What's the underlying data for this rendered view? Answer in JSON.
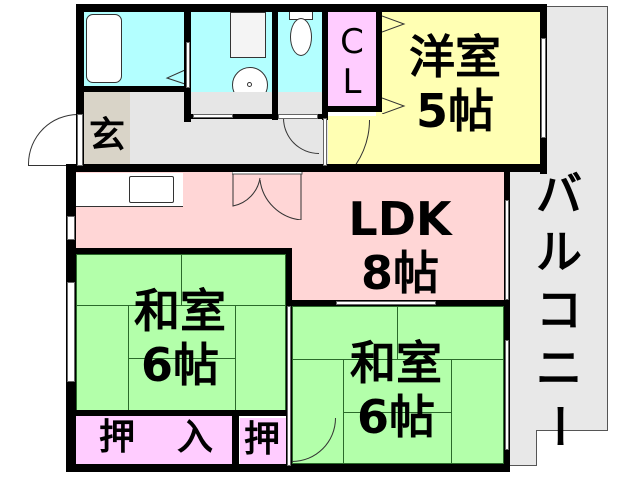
{
  "floor_plan": {
    "rooms": {
      "western_room": {
        "name": "洋室",
        "size": "5帖"
      },
      "closet": {
        "line1": "C",
        "line2": "L"
      },
      "ldk": {
        "name": "LDK",
        "size": "8帖"
      },
      "japanese_room_left": {
        "name": "和室",
        "size": "6帖"
      },
      "japanese_room_right": {
        "name": "和室",
        "size": "6帖"
      },
      "entrance": {
        "name": "玄"
      },
      "closet_large": {
        "char1": "押",
        "char2": "入"
      },
      "closet_small": {
        "name": "押"
      },
      "balcony": {
        "chars": [
          "バ",
          "ル",
          "コ",
          "ニ",
          "ー"
        ]
      }
    },
    "colors": {
      "wet_area": "#b3ffff",
      "western_room": "#ffffb3",
      "closet": "#ffccff",
      "ldk": "#ffd6d6",
      "japanese_room": "#b3ffaa",
      "hallway": "#e6e6e6",
      "entrance": "#d9d4c8",
      "balcony": "#e8e8e8",
      "wall": "#000000"
    }
  }
}
